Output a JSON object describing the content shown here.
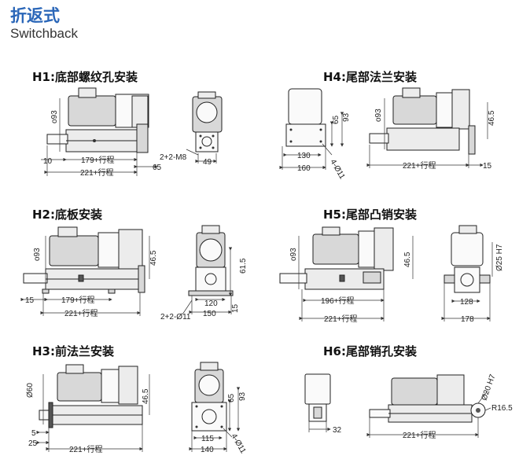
{
  "header": {
    "title_cn": "折返式",
    "title_en": "Switchback"
  },
  "sections": [
    {
      "id": "H1",
      "label": "H1:底部螺纹孔安装",
      "dims": {
        "dia": "ο93",
        "left_len": "10",
        "stroke": "179+行程",
        "total": "221+行程",
        "right": "65",
        "thread": "2+2-M8",
        "width": "49"
      }
    },
    {
      "id": "H4",
      "label": "H4:尾部法兰安装",
      "dims": {
        "w1": "130",
        "w2": "160",
        "h1": "65",
        "h2": "93",
        "holes": "4-Ø11",
        "dia": "ο93",
        "side": "46.5",
        "total": "221+行程",
        "right": "15"
      }
    },
    {
      "id": "H2",
      "label": "H2:底板安装",
      "dims": {
        "dia": "ο93",
        "side": "46.5",
        "left": "15",
        "stroke": "179+行程",
        "total": "221+行程",
        "h": "61.5",
        "w1": "120",
        "w2": "150",
        "holes": "2+2-Ø11",
        "foot": "15"
      }
    },
    {
      "id": "H5",
      "label": "H5:尾部凸销安装",
      "dims": {
        "dia": "ο93",
        "side": "46.5",
        "stroke": "196+行程",
        "total": "221+行程",
        "pin": "Ø25 H7",
        "w1": "128",
        "w2": "178"
      }
    },
    {
      "id": "H3",
      "label": "H3:前法兰安装",
      "dims": {
        "dia": "Ø60",
        "side": "46.5",
        "d5": "5",
        "d25": "25",
        "total": "221+行程",
        "h1": "65",
        "h2": "93",
        "w1": "115",
        "w2": "140",
        "holes": "4-Ø11"
      }
    },
    {
      "id": "H6",
      "label": "H6:尾部销孔安装",
      "dims": {
        "w": "32",
        "pin": "Ø20 H7",
        "radius": "R16.5",
        "total": "221+行程"
      }
    }
  ]
}
